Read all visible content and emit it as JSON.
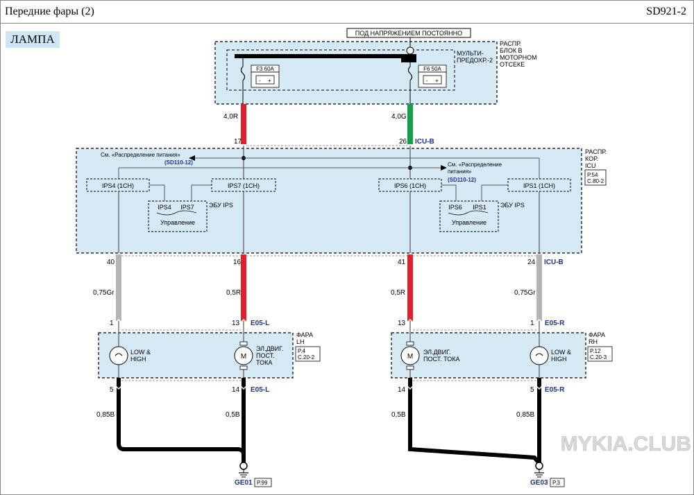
{
  "header": {
    "title": "Передние фары (2)",
    "code": "SD921-2"
  },
  "section_label": "ЛАМПА",
  "power": {
    "constant_label": "ПОД НАПРЯЖЕНИЕМ ПОСТОЯННО",
    "box_label": [
      "РАСПР.",
      "БЛОК В",
      "МОТОРНОМ",
      "ОТСЕКЕ"
    ],
    "multi_fuse_label": [
      "МУЛЬТИ-",
      "ПРЕДОХР.-2"
    ],
    "fuse_left": "F3 60A",
    "fuse_right": "F6 50A"
  },
  "wires": {
    "top_left": "4,0R",
    "top_right": "4,0G",
    "mid_1": "0,75Gr",
    "mid_2": "0,5R",
    "mid_3": "0,5R",
    "mid_4": "0,75Gr",
    "bot_1": "0,85B",
    "bot_2": "0,5B",
    "bot_3": "0,5B",
    "bot_4": "0,85B"
  },
  "pins": {
    "icu_top_1": "17",
    "icu_top_2": "26",
    "icu_bot_1": "40",
    "icu_bot_2": "16",
    "icu_bot_3": "41",
    "icu_bot_4": "24",
    "lamp_top_1": "1",
    "lamp_top_2": "13",
    "lamp_top_3": "13",
    "lamp_top_4": "1",
    "lamp_bot_1": "5",
    "lamp_bot_2": "14",
    "lamp_bot_3": "14",
    "lamp_bot_4": "5"
  },
  "connectors": {
    "icu_b": "ICU-B",
    "icu_b_2": "ICU-B",
    "e05l": "E05-L",
    "e05l_2": "E05-L",
    "e05r": "E05-R",
    "e05r_2": "E05-R"
  },
  "icu": {
    "label": [
      "РАСПР.",
      "КОР.",
      "ICU"
    ],
    "page_ref": [
      "P.54",
      "C.80-2"
    ],
    "see_power_1": "См. «Распределение питания»",
    "ref_1": "(SD110-12)",
    "see_power_2a": "См. «Распределение",
    "see_power_2b": "питания»",
    "ref_2": "(SD110-12)",
    "ips4": "IPS4 (1CH)",
    "ips7": "IPS7 (1CH)",
    "ips6": "IPS6 (1CH)",
    "ips1": "IPS1 (1CH)",
    "ecu_left_a": "IPS4",
    "ecu_left_b": "IPS7",
    "ecu_right_a": "IPS6",
    "ecu_right_b": "IPS1",
    "ecu_ips": "ЭБУ IPS",
    "ecu_ips_2": "ЭБУ IPS",
    "control": "Управление",
    "control_2": "Управление"
  },
  "lamp_lh": {
    "label": [
      "ФАРА",
      "LH"
    ],
    "ref": [
      "P.4",
      "C.20-2"
    ],
    "bulb": [
      "LOW &",
      "HIGH"
    ],
    "motor": [
      "ЭЛ.ДВИГ.",
      "ПОСТ.",
      "ТОКА"
    ],
    "motor_symbol": "M"
  },
  "lamp_rh": {
    "label": [
      "ФАРА",
      "RH"
    ],
    "ref": [
      "P.12",
      "C.20-3"
    ],
    "bulb": [
      "LOW &",
      "HIGH"
    ],
    "motor": [
      "ЭЛ.ДВИГ.",
      "ПОСТ. ТОКА"
    ],
    "motor_symbol": "M"
  },
  "grounds": {
    "left": "GE01",
    "left_ref": "P.99",
    "right": "GE03",
    "right_ref": "P.3"
  },
  "watermark": "MYKIA.CLUB",
  "colors": {
    "red": "#e0212b",
    "green": "#12a04b",
    "gray": "#b4b4b4",
    "black": "#000000",
    "module_fill": "#d6eaf6",
    "connector_blue": "#1f2f8f"
  }
}
